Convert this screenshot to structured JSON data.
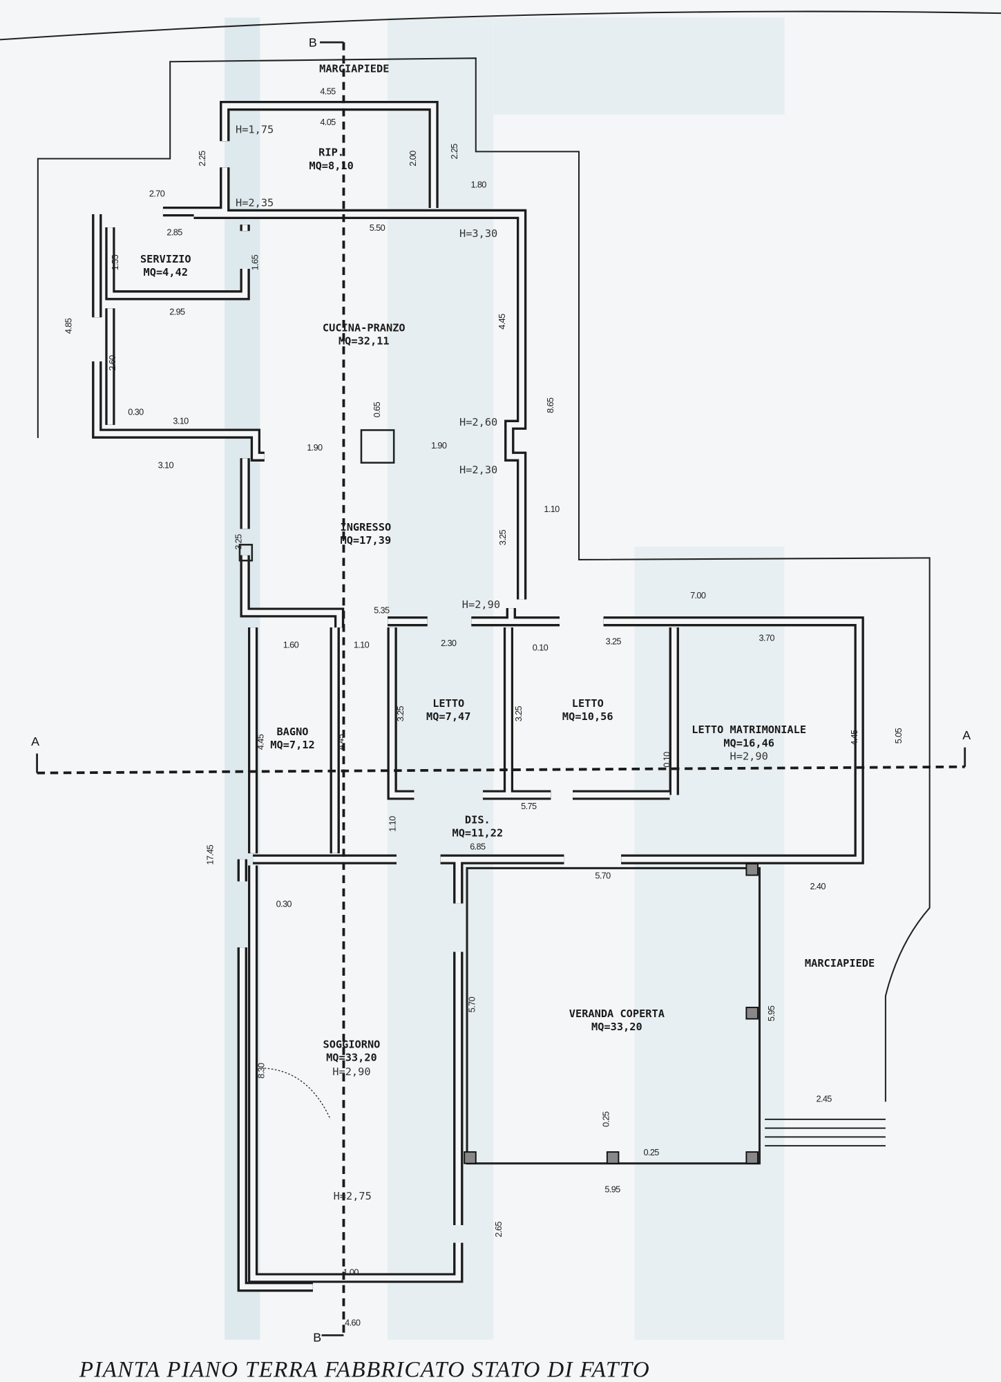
{
  "title": "PIANTA PIANO TERRA FABBRICATO STATO DI FATTO",
  "section_labels": {
    "b_top": "B",
    "b_bottom": "B",
    "a_left": "A",
    "a_right": "A"
  },
  "outdoor": {
    "marciapiede_top": "MARCIAPIEDE",
    "marciapiede_right": "MARCIAPIEDE"
  },
  "rooms": [
    {
      "name": "RIP.",
      "area": "MQ=8,10"
    },
    {
      "name": "SERVIZIO",
      "area": "MQ=4,42"
    },
    {
      "name": "CUCINA-PRANZO",
      "area": "MQ=32,11"
    },
    {
      "name": "INGRESSO",
      "area": "MQ=17,39"
    },
    {
      "name": "BAGNO",
      "area": "MQ=7,12"
    },
    {
      "name": "LETTO",
      "area": "MQ=7,47"
    },
    {
      "name": "LETTO",
      "area": "MQ=10,56"
    },
    {
      "name": "LETTO MATRIMONIALE",
      "area": "MQ=16,46",
      "height": "H=2,90"
    },
    {
      "name": "DIS.",
      "area": "MQ=11,22"
    },
    {
      "name": "VERANDA COPERTA",
      "area": "MQ=33,20"
    },
    {
      "name": "SOGGIORNO",
      "area": "MQ=33,20",
      "height": "H=2,90"
    }
  ],
  "heights": [
    "H=1,75",
    "H=2,35",
    "H=3,30",
    "H=2,60",
    "H=2,30",
    "H=2,90",
    "H=2,75"
  ],
  "dimensions": [
    "4.55",
    "4.05",
    "2.25",
    "2.00",
    "2.25",
    "1.80",
    "2.70",
    "2.85",
    "5.50",
    "1.55",
    "1.65",
    "2.95",
    "4.85",
    "2.60",
    "0.30",
    "3.10",
    "0.65",
    "1.90",
    "1.90",
    "3.10",
    "4.45",
    "8.65",
    "1.10",
    "3.25",
    "3.25",
    "7.00",
    "5.35",
    "1.60",
    "1.10",
    "2.30",
    "0.10",
    "3.25",
    "3.70",
    "5.05",
    "3.25",
    "3.25",
    "4.45",
    "4.45",
    "0.10",
    "4.45",
    "5.75",
    "1.10",
    "6.85",
    "17.45",
    "5.70",
    "2.40",
    "0.30",
    "5.70",
    "5.95",
    "8.30",
    "2.45",
    "0.25",
    "0.25",
    "5.95",
    "2.65",
    "1.00",
    "4.60"
  ]
}
